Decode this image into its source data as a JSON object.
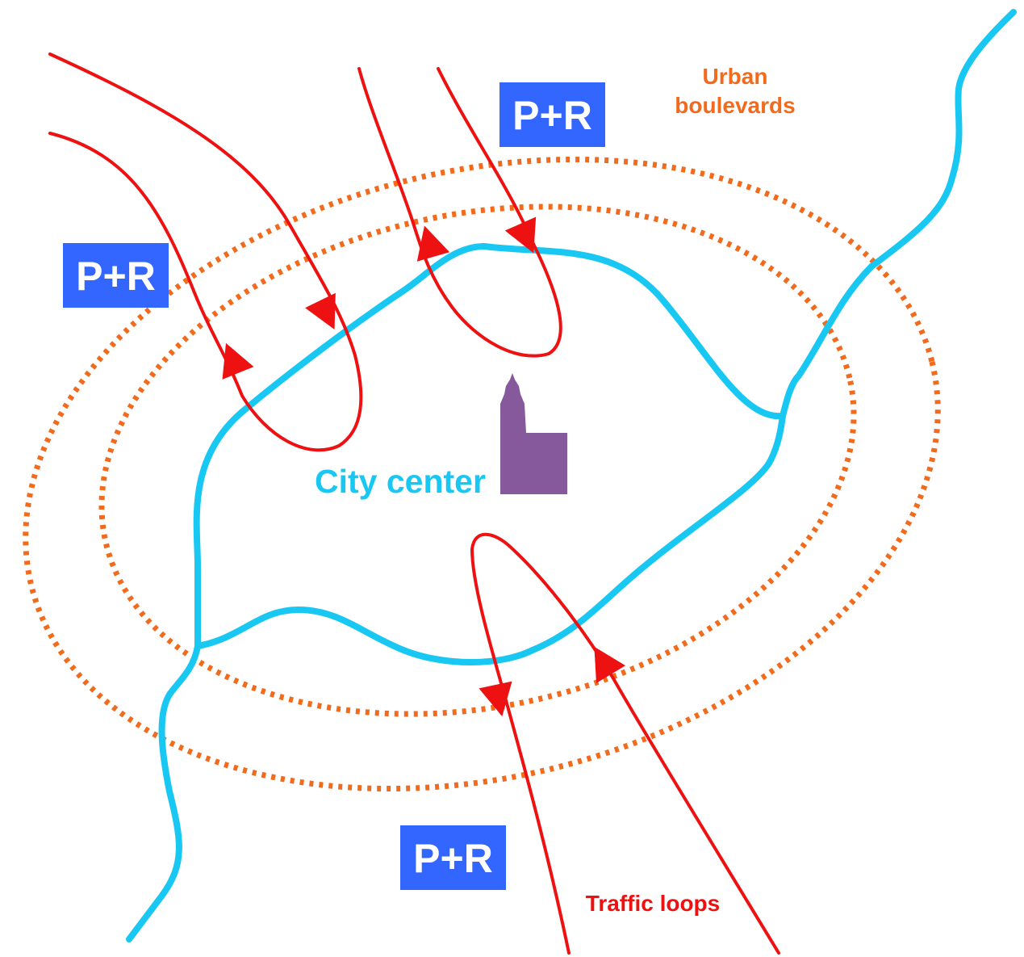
{
  "colors": {
    "river": "#18C8F2",
    "boulevard": "#F26B1D",
    "traffic_loop": "#EE1111",
    "park_and_ride_bg": "#3366FF",
    "park_and_ride_text": "#FFFFFF",
    "landmark": "#85599C"
  },
  "labels": {
    "city_center": "City center",
    "urban_boulevards_line1": "Urban",
    "urban_boulevards_line2": "boulevards",
    "traffic_loops": "Traffic loops"
  },
  "park_and_ride": [
    {
      "label": "P+R"
    },
    {
      "label": "P+R"
    },
    {
      "label": "P+R"
    }
  ],
  "icons": {
    "landmark": "church-icon"
  }
}
